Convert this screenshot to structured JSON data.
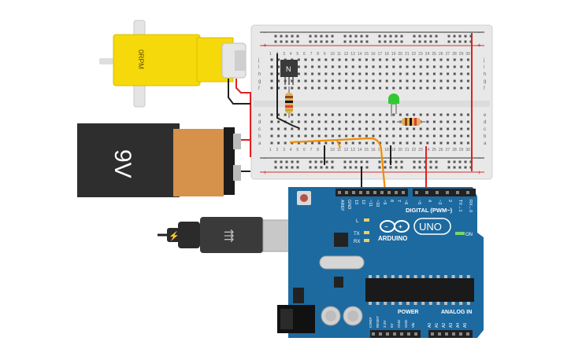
{
  "motor": {
    "label": "0RPM",
    "body_color": "#f5d90a",
    "shaft_color": "#e0e0e0"
  },
  "battery": {
    "label": "9V",
    "body_color": "#2e2e2e",
    "band_color": "#d6914a"
  },
  "transistor": {
    "label": "N"
  },
  "led": {
    "color": "#32c832"
  },
  "breadboard": {
    "row_letters_top": [
      "j",
      "i",
      "h",
      "g",
      "f"
    ],
    "row_letters_bottom": [
      "e",
      "d",
      "c",
      "b",
      "a"
    ],
    "column_numbers": [
      "1",
      "2",
      "3",
      "4",
      "5",
      "6",
      "7",
      "8",
      "9",
      "10",
      "11",
      "12",
      "13",
      "14",
      "15",
      "16",
      "17",
      "18",
      "19",
      "20",
      "21",
      "22",
      "23",
      "24",
      "25",
      "26",
      "27",
      "28",
      "29",
      "30"
    ],
    "rail_pos_color": "#d32f2f",
    "rail_neg_color": "#333333"
  },
  "arduino": {
    "brand": "ARDUINO",
    "model": "UNO",
    "section_digital": "DIGITAL (PWM~)",
    "section_power": "POWER",
    "section_analog": "ANALOG IN",
    "on_label": "ON",
    "led_l": "L",
    "led_tx": "TX",
    "led_rx": "RX",
    "board_color": "#1d6aa0",
    "digital_pins": [
      "AREF",
      "GND",
      "13",
      "12",
      "~11",
      "~10",
      "~9",
      "8",
      "7",
      "~6",
      "~5",
      "4",
      "~3",
      "2",
      "TX→1",
      "RX←0"
    ],
    "power_pins": [
      "IOREF",
      "RESET",
      "3.3V",
      "5V",
      "GND",
      "GND",
      "Vin"
    ],
    "analog_pins": [
      "A0",
      "A1",
      "A2",
      "A3",
      "A4",
      "A5"
    ]
  },
  "wires": {
    "red": "#e02020",
    "black": "#202020",
    "orange": "#f08c00"
  },
  "usb_cable": {
    "plug_color": "#2b2b2b",
    "connector_color": "#c8c8c8"
  }
}
